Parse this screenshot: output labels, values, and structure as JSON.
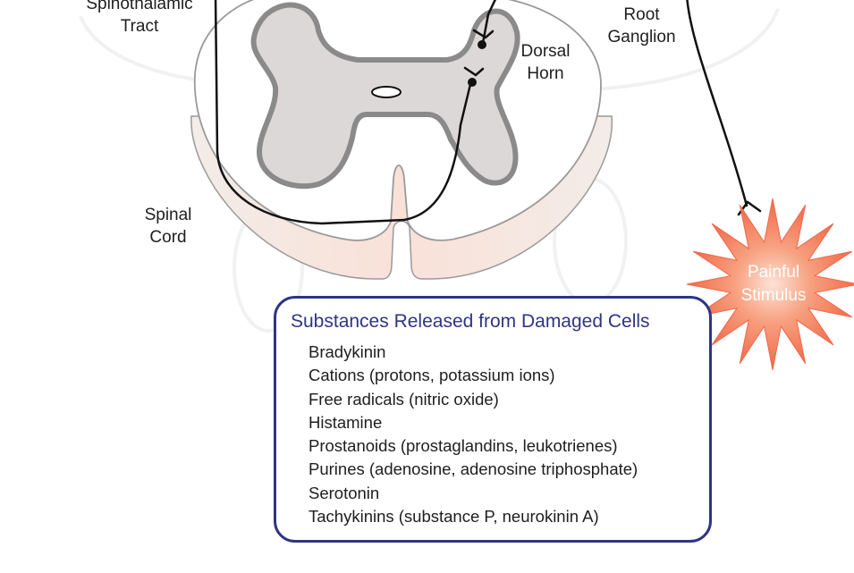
{
  "labels": {
    "spinothalamic_tract": "Spinothalamic\nTract",
    "root_ganglion": "Root\nGanglion",
    "dorsal_horn": "Dorsal\nHorn",
    "spinal_cord": "Spinal\nCord",
    "painful_stimulus": "Painful\nStimulus"
  },
  "substances_box": {
    "title": "Substances Released from Damaged Cells",
    "items": [
      "Bradykinin",
      "Cations (protons, potassium ions)",
      "Free radicals (nitric oxide)",
      "Histamine",
      "Prostanoids (prostaglandins, leukotrienes)",
      "Purines (adenosine, adenosine triphosphate)",
      "Serotonin",
      "Tachykinins (substance P, neurokinin A)"
    ]
  },
  "colors": {
    "box_border": "#2f3583",
    "box_title": "#2f3583",
    "stimulus_star": "#f2775a",
    "gray_matter_fill": "#ddd8d8",
    "gray_matter_stroke": "#8a8a8a",
    "cord_shading": "#f6ded6",
    "nerve_line": "#111111"
  },
  "icons": {
    "stimulus": "starburst-icon",
    "synapse": "synapse-terminal-icon"
  }
}
